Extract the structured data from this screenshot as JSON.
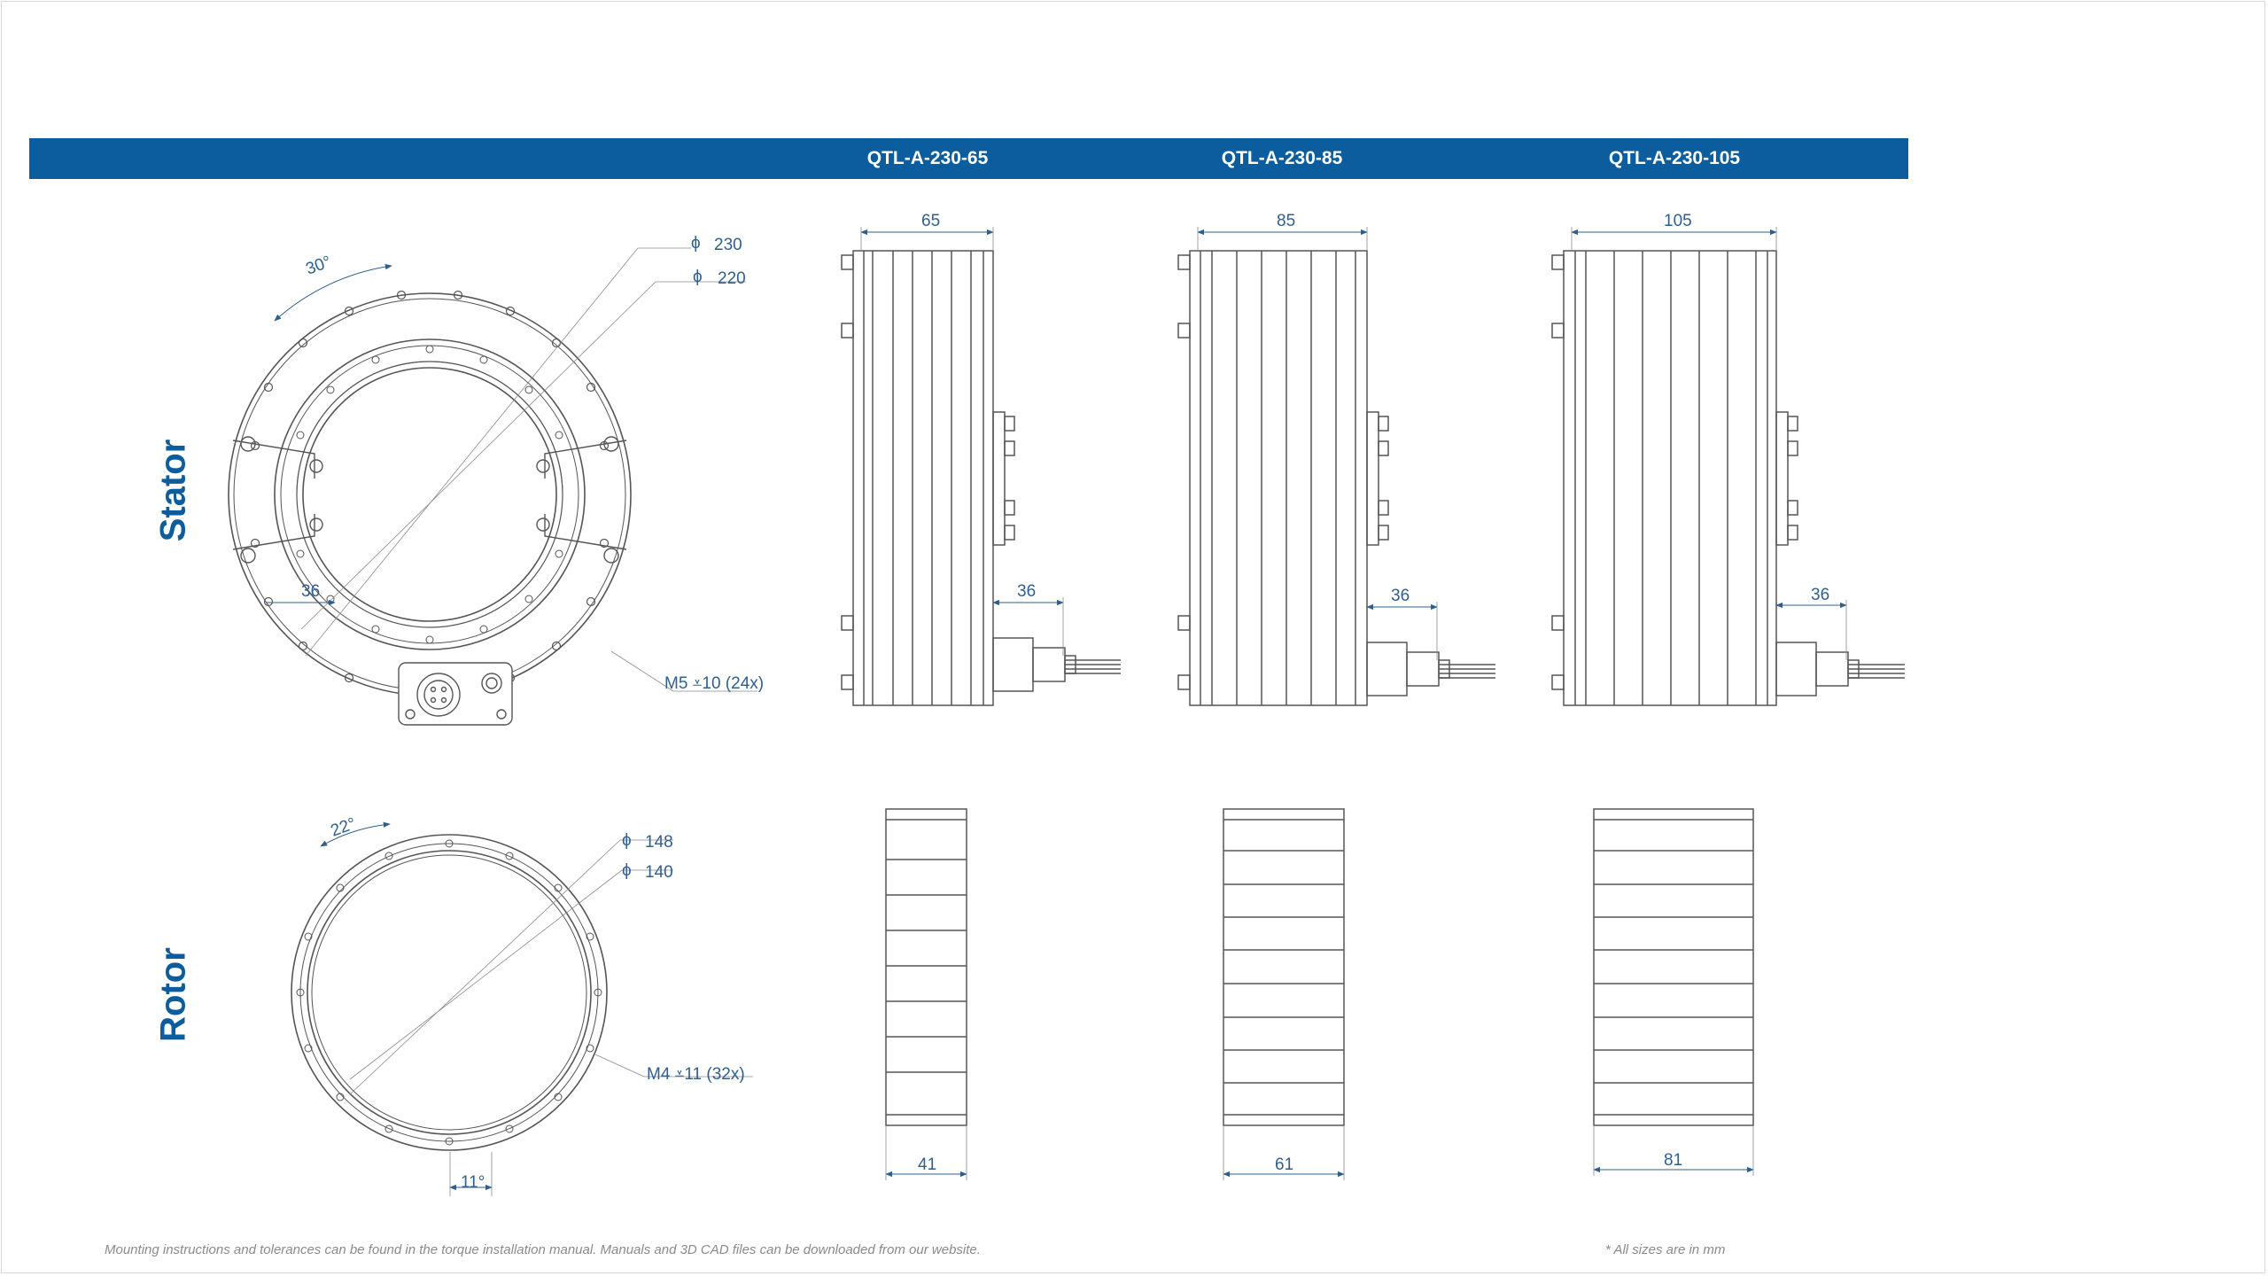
{
  "header": {
    "models": [
      "QTL-A-230-65",
      "QTL-A-230-85",
      "QTL-A-230-105"
    ],
    "accent_color": "#0b5d9e"
  },
  "rows": {
    "stator": "Stator",
    "rotor": "Rotor"
  },
  "stator_dims": {
    "angle": "30°",
    "outer_diameter": "230",
    "inner_diameter": "220",
    "radial": "36",
    "thread": "M5 ⩡10 (24x)",
    "diameter_symbol": "ϕ"
  },
  "rotor_dims": {
    "angle_top": "22°",
    "angle_bottom": "11°",
    "outer_diameter": "148",
    "inner_diameter": "140",
    "thread": "M4 ⩡11 (32x)",
    "diameter_symbol": "ϕ"
  },
  "side_views": {
    "stator_widths": [
      "65",
      "85",
      "105"
    ],
    "connector_offsets": [
      "36",
      "36",
      "36"
    ],
    "rotor_widths": [
      "41",
      "61",
      "81"
    ]
  },
  "footer": {
    "left_note": "Mounting instructions and tolerances can be found in the torque installation manual. Manuals and 3D CAD files can be downloaded from our website.",
    "right_note": "* All sizes are in mm"
  }
}
